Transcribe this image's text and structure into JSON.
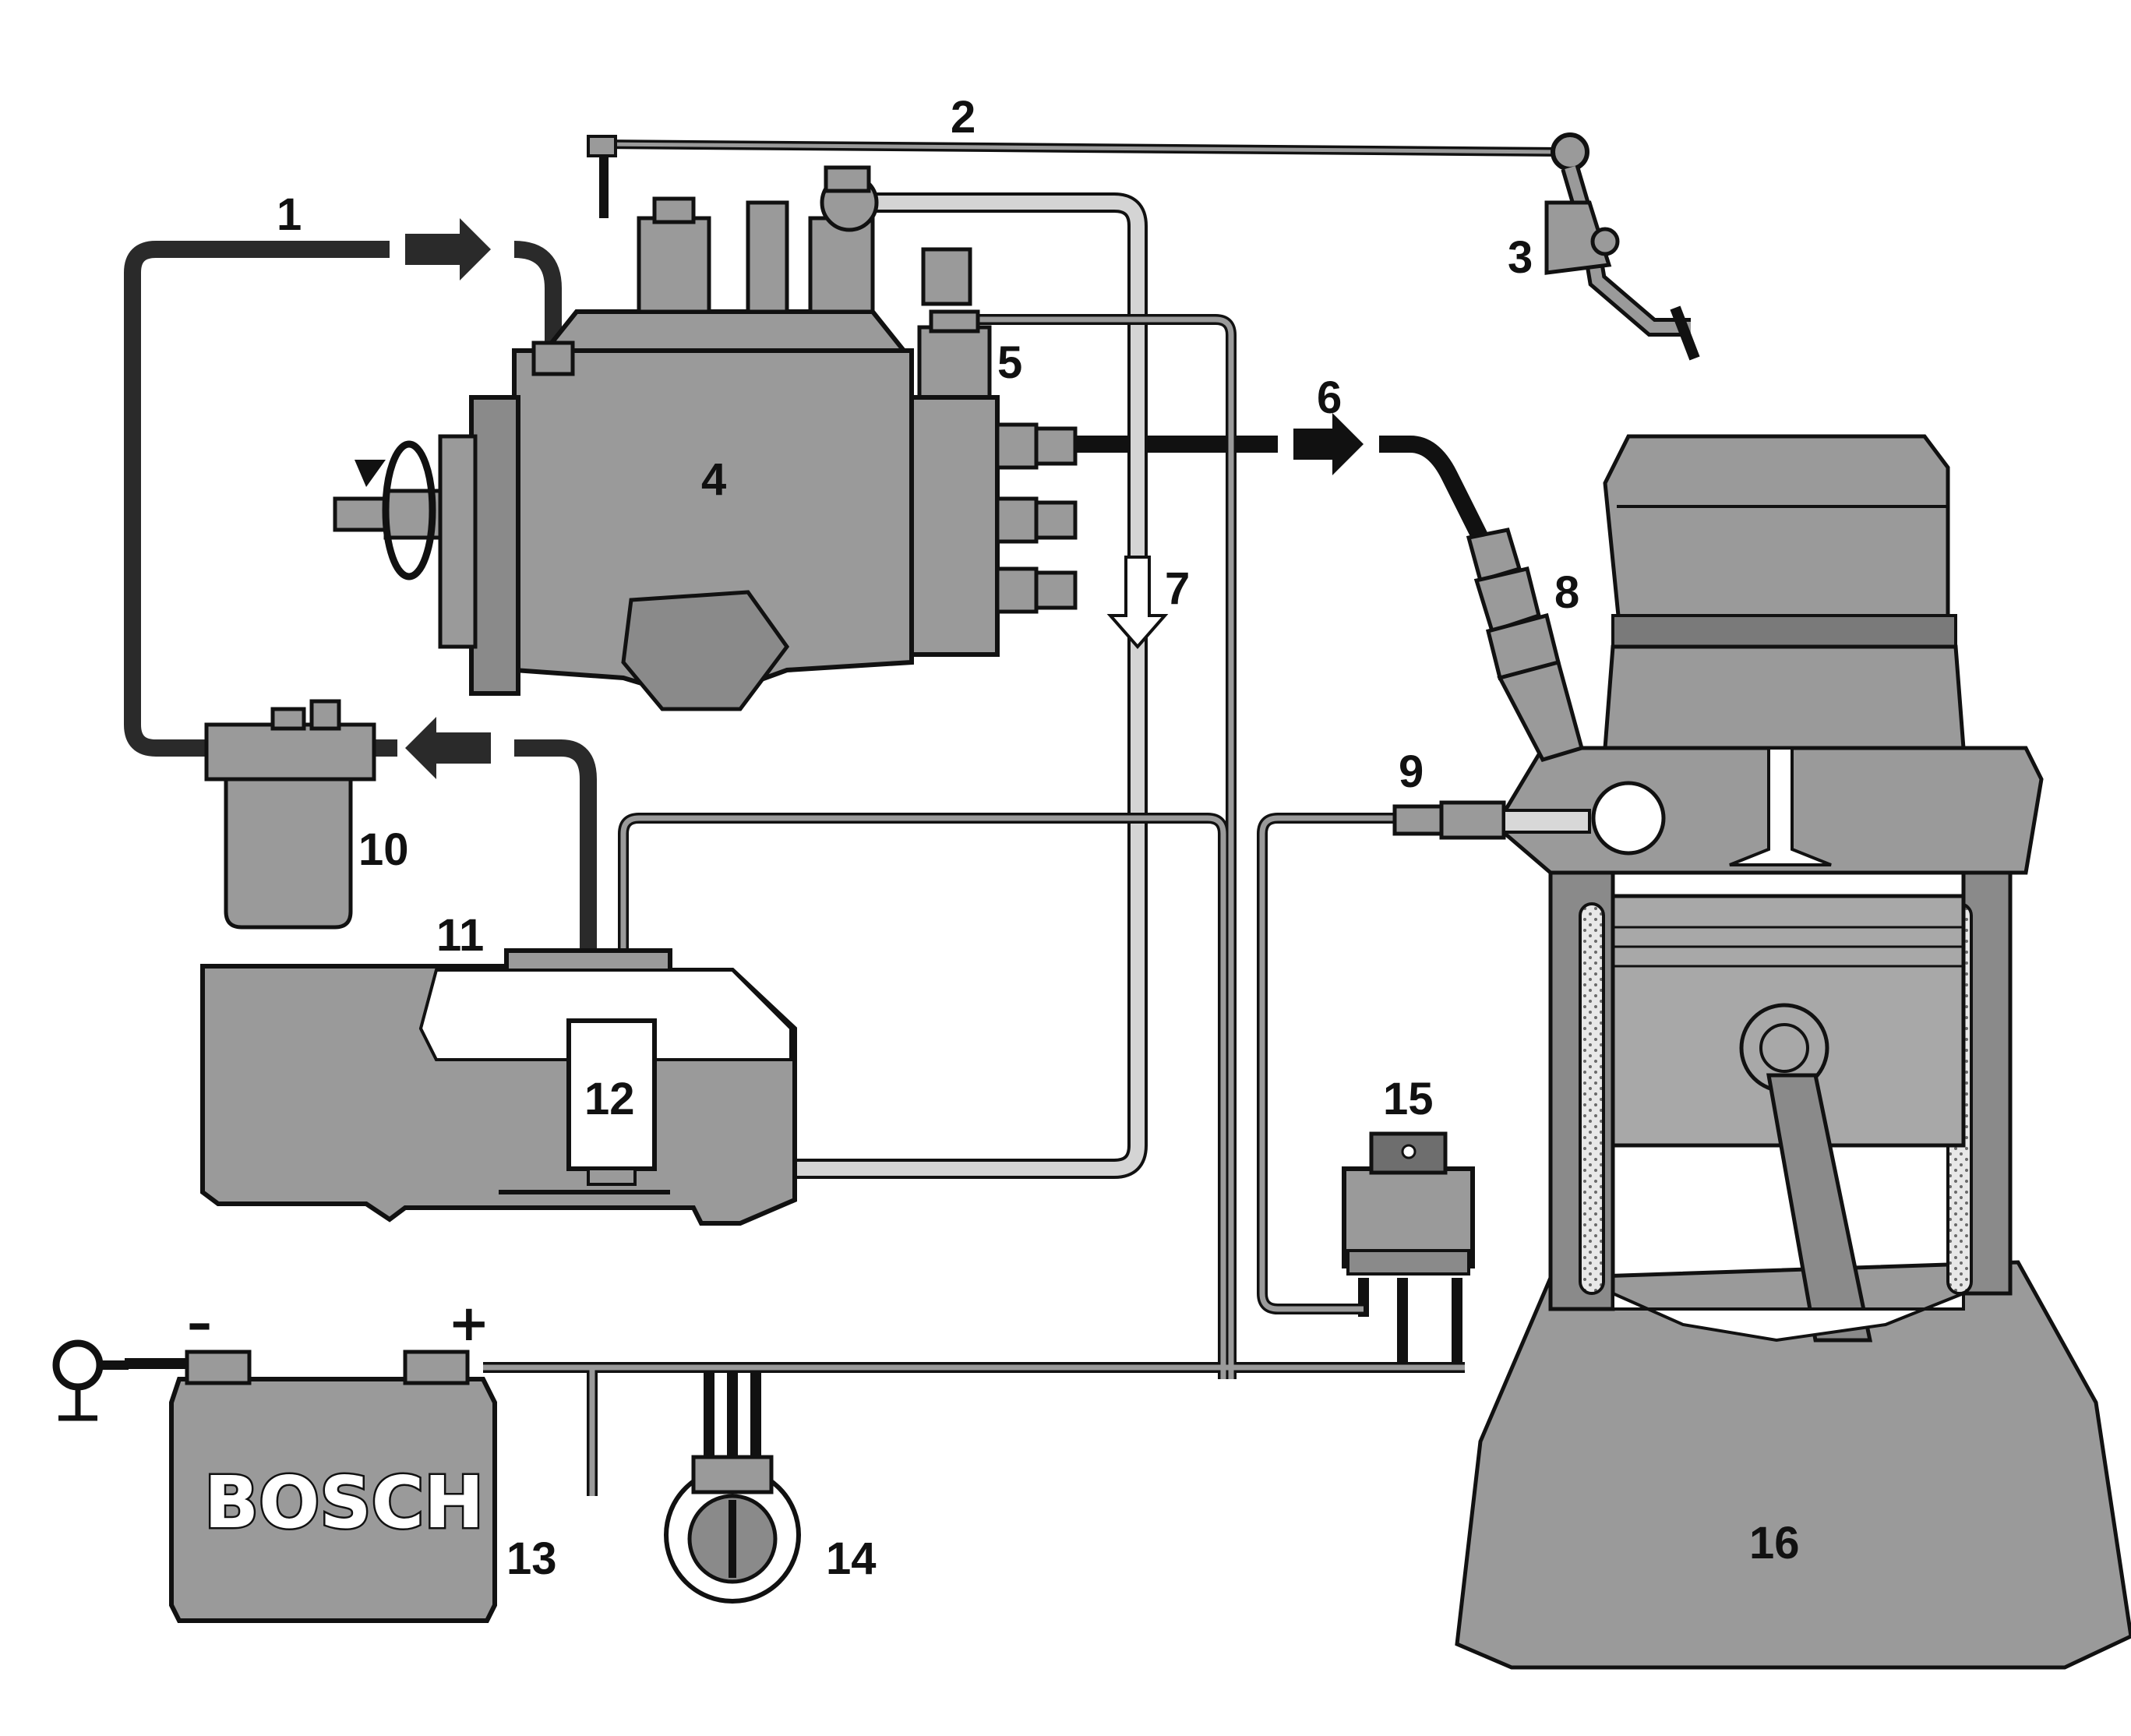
{
  "diagram": {
    "colors": {
      "body": "#9a9a9a",
      "body_dark": "#6e6e6e",
      "fuel_supply": "#2a2a2a",
      "fuel_return": "#d4d4d4",
      "electric": "#7d7d7d",
      "outline": "#111111"
    },
    "callouts": {
      "c1": "1",
      "c2": "2",
      "c3": "3",
      "c4": "4",
      "c5": "5",
      "c6": "6",
      "c7": "7",
      "c8": "8",
      "c9": "9",
      "c10": "10",
      "c11": "11",
      "c12": "12",
      "c13": "13",
      "c14": "14",
      "c15": "15",
      "c16": "16"
    },
    "battery": {
      "brand": "BOSCH",
      "negative": "–",
      "positive": "+"
    }
  }
}
